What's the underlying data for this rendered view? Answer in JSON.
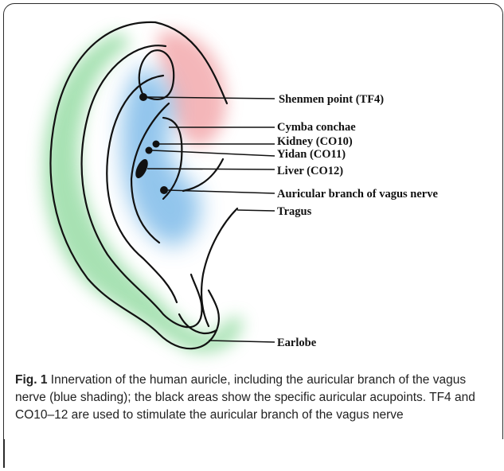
{
  "figure": {
    "labels": {
      "shenmen": "Shenmen point (TF4)",
      "cymba": "Cymba conchae",
      "kidney": "Kidney (CO10)",
      "yidan": "Yidan (CO11)",
      "liver": "Liver (CO12)",
      "vagus": "Auricular branch of vagus nerve",
      "tragus": "Tragus",
      "earlobe": "Earlobe"
    },
    "colors": {
      "vagus_region": "#7fbbe9",
      "great_auricular_region": "#8ad89a",
      "lesser_occipital_region": "#f2a4a8",
      "outline": "#111111"
    }
  },
  "caption": {
    "label": "Fig. 1",
    "text": " Innervation of the human auricle, including the auricular branch of the vagus nerve (blue shading); the black areas show the specific auricular acupoints. TF4 and CO10–12 are used to stimulate the auricular branch of the vagus nerve"
  }
}
